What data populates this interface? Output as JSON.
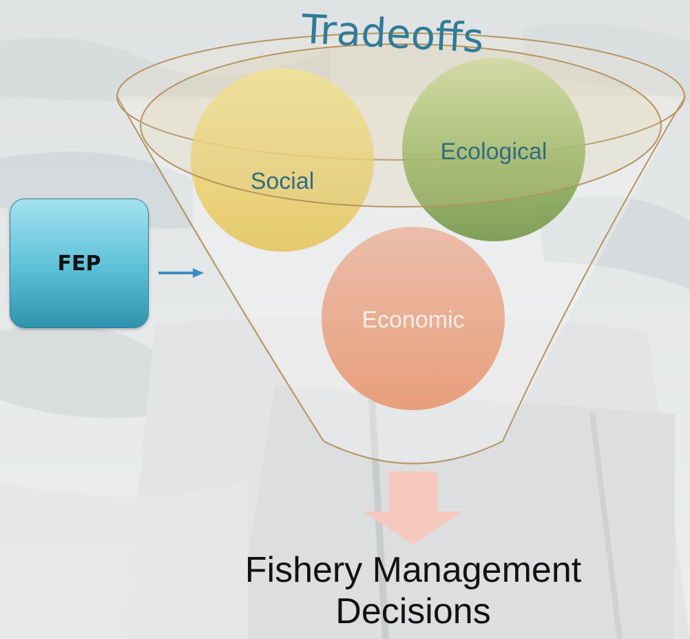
{
  "title": "Tradeoffs",
  "input_box": {
    "label": "FEP"
  },
  "bubbles": {
    "social": {
      "label": "Social",
      "color": "#f3d76a"
    },
    "ecological": {
      "label": "Ecological",
      "color": "#8fb25a"
    },
    "economic": {
      "label": "Economic",
      "color": "#eb9a80"
    }
  },
  "outcome": {
    "line1": "Fishery Management",
    "line2": "Decisions"
  },
  "colors": {
    "title": "#2f7c97",
    "funnel_outline": "#b7925e",
    "input_arrow": "#3b8fc0",
    "output_arrow": "#f5c9bd"
  }
}
